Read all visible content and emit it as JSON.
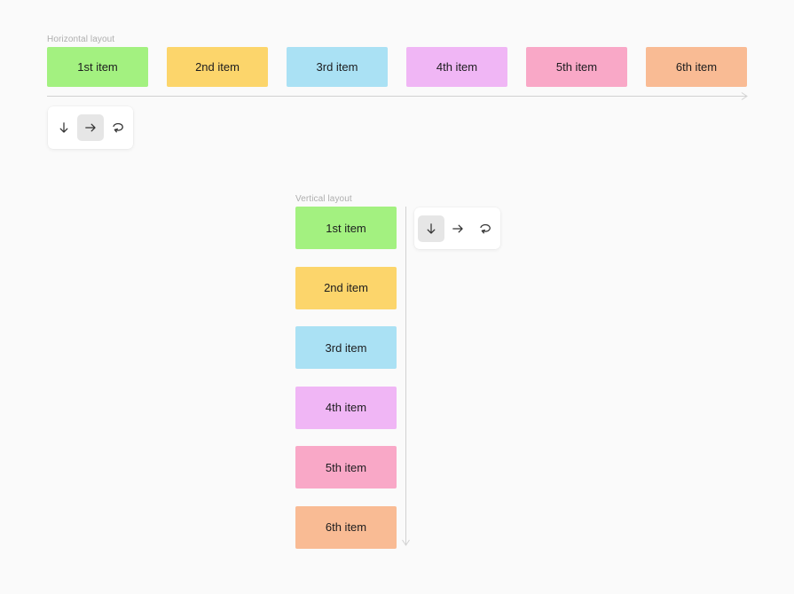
{
  "app": {
    "background": "#fafafa",
    "guide_color": "#d2d2d2",
    "toolbar_selected_color": "#e6e6e6"
  },
  "items": [
    {
      "label": "1st item",
      "color": "#a3f180"
    },
    {
      "label": "2nd item",
      "color": "#fcd56b"
    },
    {
      "label": "3rd item",
      "color": "#aae1f4"
    },
    {
      "label": "4th item",
      "color": "#f0b6f5"
    },
    {
      "label": "5th item",
      "color": "#f9a8c7"
    },
    {
      "label": "6th item",
      "color": "#f9bb94"
    }
  ],
  "horizontal_section": {
    "label": "Horizontal layout",
    "toolbar": {
      "options": [
        "layout-vertical",
        "layout-horizontal",
        "layout-wrap"
      ],
      "selected": "layout-horizontal"
    }
  },
  "vertical_section": {
    "label": "Vertical layout",
    "toolbar": {
      "options": [
        "layout-vertical",
        "layout-horizontal",
        "layout-wrap"
      ],
      "selected": "layout-vertical"
    }
  }
}
